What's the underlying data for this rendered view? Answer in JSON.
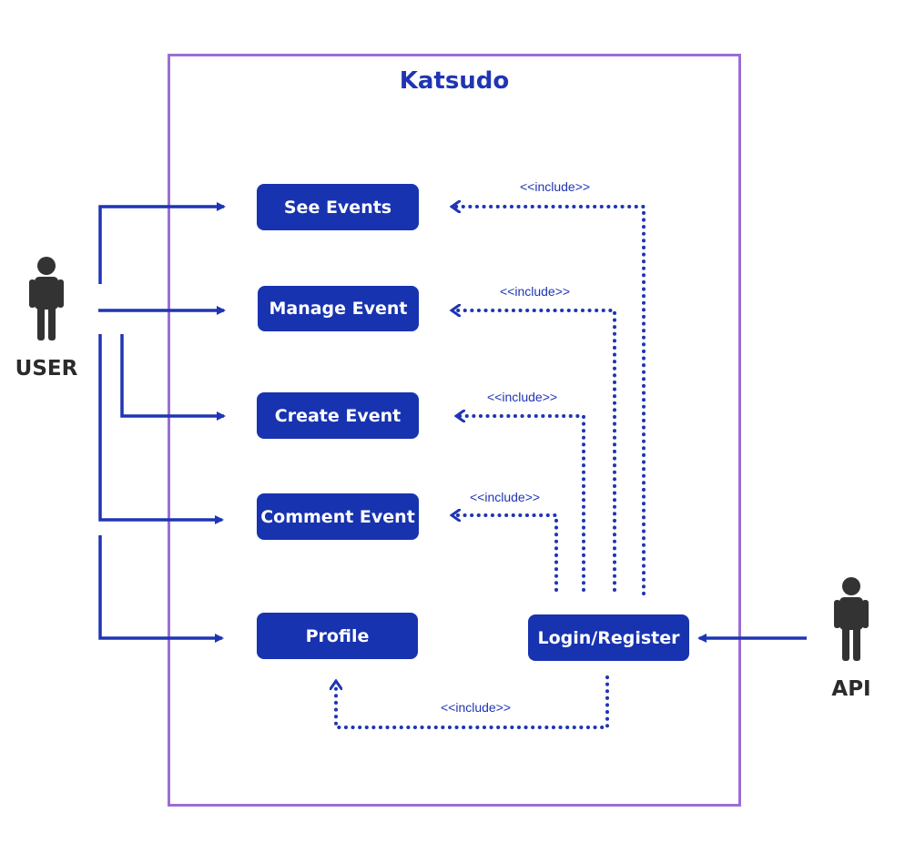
{
  "system": {
    "title": "Katsudo"
  },
  "actors": {
    "user": {
      "label": "USER"
    },
    "api": {
      "label": "API"
    }
  },
  "use_cases": {
    "see_events": "See Events",
    "manage_event": "Manage Event",
    "create_event": "Create Event",
    "comment_event": "Comment Event",
    "profile": "Profile",
    "login_register": "Login/Register"
  },
  "relations": {
    "include_label": "<<include>>"
  },
  "colors": {
    "use_case_fill": "#1833b0",
    "line": "#1f35b3",
    "system_border": "#9b6ed4",
    "actor": "#333333"
  }
}
